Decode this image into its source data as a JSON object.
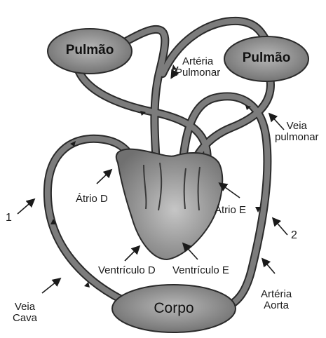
{
  "organs": {
    "lung_left": "Pulmão",
    "lung_right": "Pulmão",
    "body": "Corpo"
  },
  "labels": {
    "arteria_pulmonar_line1": "Artéria",
    "arteria_pulmonar_line2": "Pulmonar",
    "veia_pulmonar_line1": "Veia",
    "veia_pulmonar_line2": "pulmonar",
    "atrio_d": "Átrio D",
    "atrio_e": "Átrio E",
    "ventriculo_d": "Ventrículo D",
    "ventriculo_e": "Ventrículo E",
    "veia_cava_line1": "Veia",
    "veia_cava_line2": "Cava",
    "arteria_aorta_line1": "Artéria",
    "arteria_aorta_line2": "Aorta",
    "number_1": "1",
    "number_2": "2"
  },
  "colors": {
    "vessel": "#7c7c7c",
    "vessel_outline": "#2a2a2a",
    "organ_fill": "#8a8a8a",
    "arrow": "#1a1a1a"
  }
}
